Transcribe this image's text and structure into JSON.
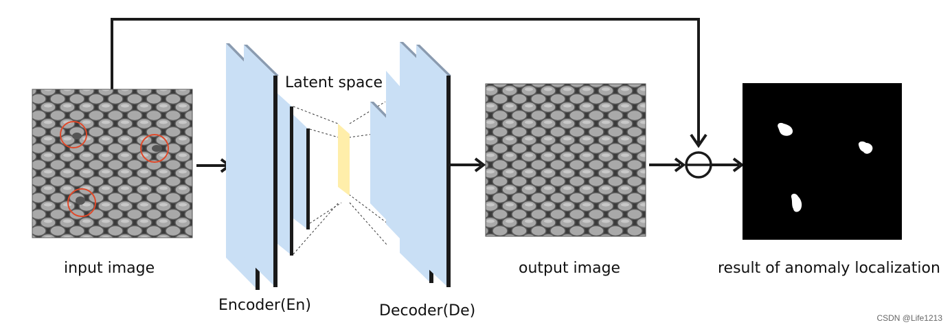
{
  "labels": {
    "input": "input image",
    "encoder": "Encoder(En)",
    "latent": "Latent space",
    "decoder": "Decoder(De)",
    "output": "output image",
    "result": "result of anomaly localization"
  },
  "watermark": "CSDN @Life1213",
  "colors": {
    "layer_fill": "#c9dff5",
    "layer_edge": "#1a1a1a",
    "latent_fill": "#ffeeaa",
    "anomaly_circle": "#e0492a",
    "arrow": "#1a1a1a"
  },
  "icons": {
    "operator": "circle-minus-icon"
  }
}
